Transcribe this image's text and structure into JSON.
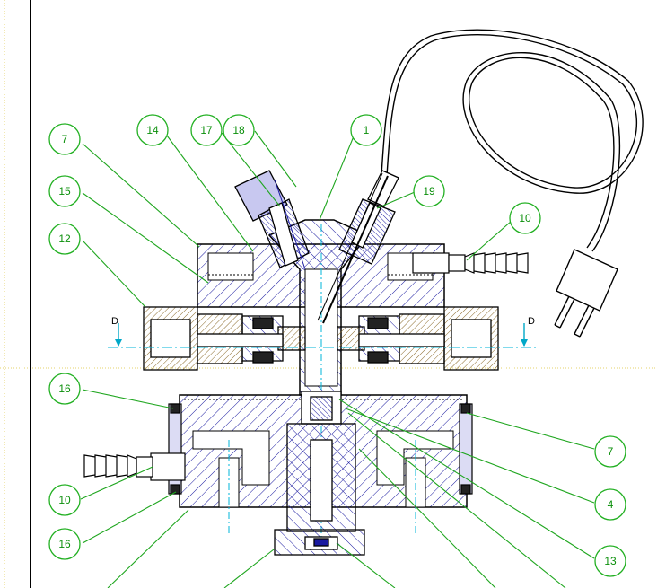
{
  "drawing": {
    "view_labels": {
      "left": "D",
      "right": "D"
    },
    "balloons": {
      "b7_top": "7",
      "b14": "14",
      "b17": "17",
      "b18": "18",
      "b1": "1",
      "b15": "15",
      "b19": "19",
      "b12": "12",
      "b10_right": "10",
      "b16_top": "16",
      "b7_right": "7",
      "b10_left": "10",
      "b4": "4",
      "b16_bottom": "16",
      "b13": "13"
    },
    "colors": {
      "outline": "#000000",
      "leader": "#1fa61f",
      "balloon": "#22b022",
      "hatch": "#1a1aa0",
      "centerline": "#00b4d8",
      "frame_dots": "#e6d36a",
      "section_arrow": "#00a8c8"
    }
  }
}
